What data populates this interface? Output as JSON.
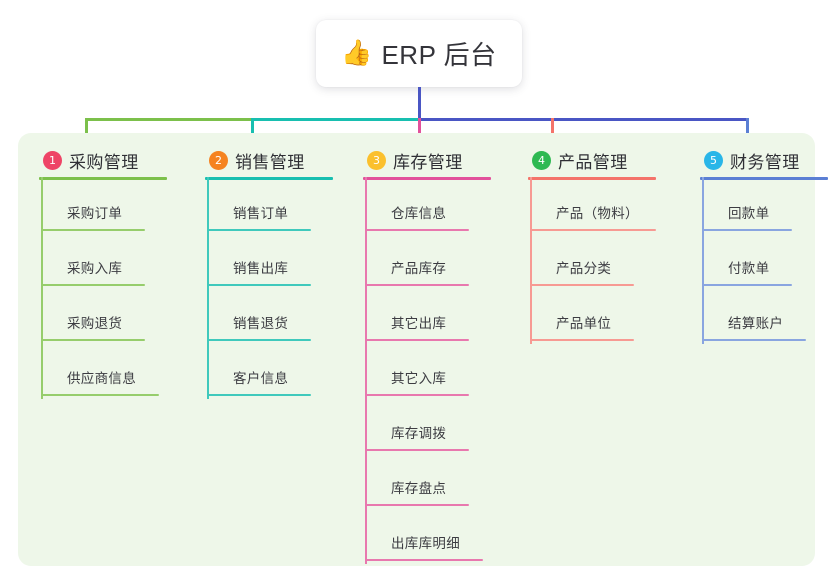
{
  "title": {
    "emoji": "👍",
    "emoji_name": "thumbs-up-icon",
    "text": "ERP 后台"
  },
  "palette": {
    "panel_bg": "#eef7e9",
    "page_bg": "#ffffff",
    "stem_blue": "#4a56c4",
    "bus_green": "#7cc04b",
    "bus_teal": "#18bfb0",
    "bus_indigo": "#4a56c4",
    "text_dark": "#2f2f35"
  },
  "columns": [
    {
      "index": "1",
      "label": "采购管理",
      "badge_color": "#ee4466",
      "line_color": "#7cc04b",
      "items": [
        {
          "label": "采购订单"
        },
        {
          "label": "采购入库"
        },
        {
          "label": "采购退货"
        },
        {
          "label": "供应商信息"
        }
      ]
    },
    {
      "index": "2",
      "label": "销售管理",
      "badge_color": "#f58320",
      "line_color": "#18bfb0",
      "items": [
        {
          "label": "销售订单"
        },
        {
          "label": "销售出库"
        },
        {
          "label": "销售退货"
        },
        {
          "label": "客户信息"
        }
      ]
    },
    {
      "index": "3",
      "label": "库存管理",
      "badge_color": "#fbc02d",
      "line_color": "#e2519b",
      "items": [
        {
          "label": "仓库信息"
        },
        {
          "label": "产品库存"
        },
        {
          "label": "其它出库"
        },
        {
          "label": "其它入库"
        },
        {
          "label": "库存调拨"
        },
        {
          "label": "库存盘点"
        },
        {
          "label": "出库库明细"
        }
      ]
    },
    {
      "index": "4",
      "label": "产品管理",
      "badge_color": "#2eb952",
      "line_color": "#f4736a",
      "items": [
        {
          "label": "产品（物料）"
        },
        {
          "label": "产品分类"
        },
        {
          "label": "产品单位"
        }
      ]
    },
    {
      "index": "5",
      "label": "财务管理",
      "badge_color": "#29b6e8",
      "line_color": "#5b7fd4",
      "items": [
        {
          "label": "回款单"
        },
        {
          "label": "付款单"
        },
        {
          "label": "结算账户"
        }
      ]
    }
  ]
}
